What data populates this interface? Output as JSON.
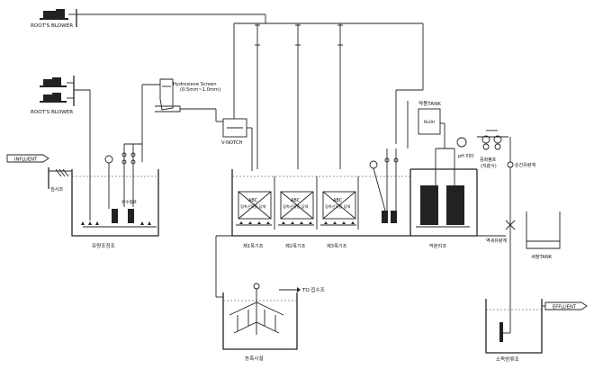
{
  "labels": {
    "blower_top": "ROOT'S BLOWER",
    "blower_mid": "ROOT'S BLOWER",
    "hydrosieve_title": "Hydrosieve Screen",
    "hydrosieve_spec": "(0.5mm~1.0mm)",
    "v_notch": "V-NOTCH",
    "influent": "INFLUENT",
    "screen": "침사조",
    "equalization": "유량조정조",
    "eq_pump": "원수펌프",
    "chem_tank": "약품TANK",
    "chem_tank_inner": "NaOH",
    "ph_meter": "pH 미터",
    "dosing_pump": "중화펌프",
    "dosing_pump_sub": "(자흡식)",
    "flowmeter": "순간유량계",
    "abc_label": "ABC",
    "media_label": "접촉산화용 담체",
    "tank1": "제1폭기조",
    "tank2": "제2폭기조",
    "tank3": "제3폭기조",
    "membrane": "막분리조",
    "backwash_meter": "역세유량계",
    "wash_tank": "세정TANK",
    "to_collector": "TO.집수조",
    "sludge": "농축시설",
    "effluent": "EFFLUENT",
    "disinfection": "소독방류조"
  }
}
